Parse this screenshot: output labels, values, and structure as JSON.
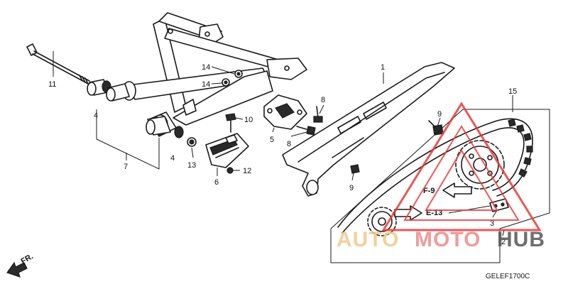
{
  "diagram_code": "GELEF1700C",
  "front_label": "FR.",
  "refs": {
    "f9": "F-9",
    "e13": "E-13"
  },
  "callouts": {
    "c1": "1",
    "c2": "2",
    "c3": "3",
    "c4a": "4",
    "c4b": "4",
    "c5": "5",
    "c6": "6",
    "c7": "7",
    "c8a": "8",
    "c8b": "8",
    "c9a": "9",
    "c9b": "9",
    "c10": "10",
    "c11": "11",
    "c12": "12",
    "c13": "13",
    "c14a": "14",
    "c14b": "14",
    "c15": "15"
  },
  "watermark": {
    "brand_a": "AUTO",
    "brand_b": "MOTO",
    "brand_c": "HUB",
    "colors": {
      "triangle": "#e83a3a",
      "auto": "#f2c88a",
      "moto": "#f08a8a",
      "hub": "#555555"
    }
  }
}
